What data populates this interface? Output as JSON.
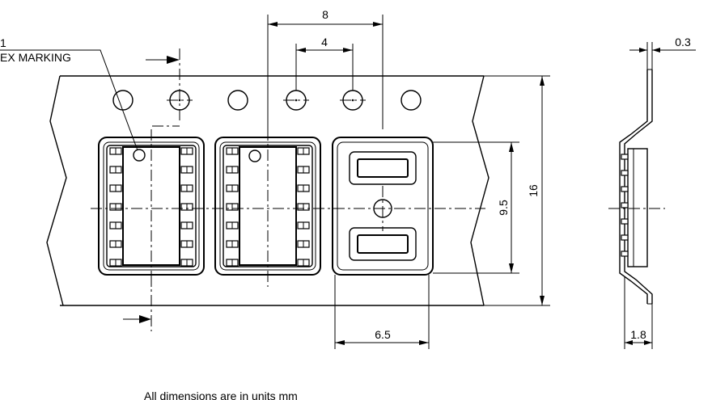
{
  "annotations": {
    "pin1_line1": "1",
    "pin1_line2": "EX MARKING",
    "note": "All dimensions are in units mm"
  },
  "dimensions": {
    "sprocket_pitch": "8",
    "hole_pitch": "4",
    "tape_thickness": "0.3",
    "pocket_height": "9.5",
    "tape_width": "16",
    "pocket_width": "6.5",
    "pocket_depth": "1.8"
  }
}
